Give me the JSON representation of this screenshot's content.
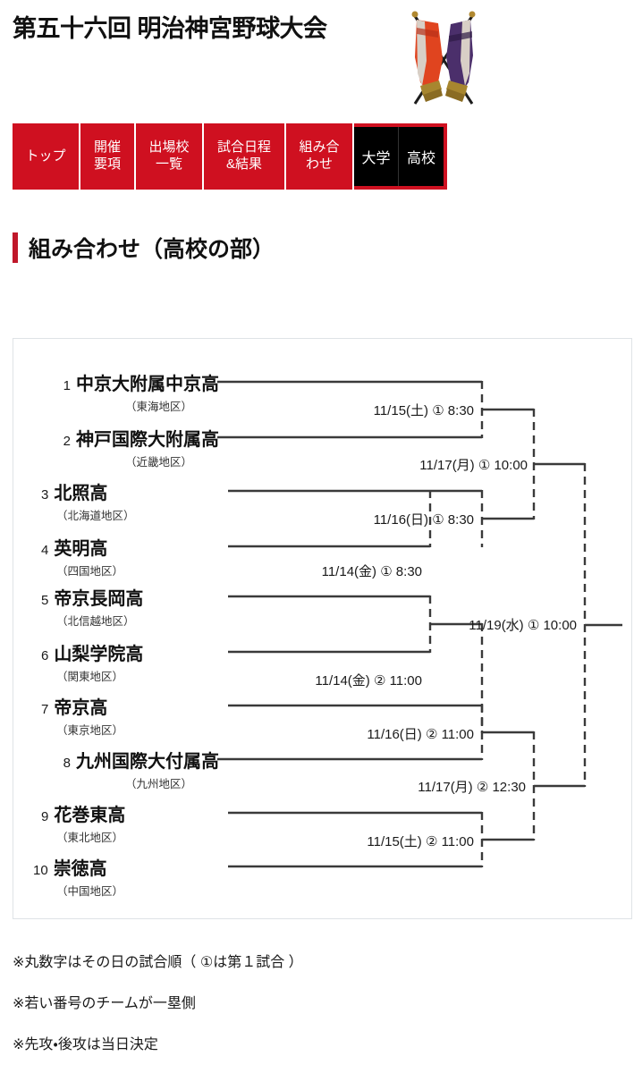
{
  "header": {
    "title": "第五十六回 明治神宮野球大会",
    "flags_icon": "crossed-pennant-flags-icon"
  },
  "nav": {
    "items": [
      {
        "label": "トップ",
        "active": false
      },
      {
        "label": "開催\n要項",
        "line1": "開催",
        "line2": "要項"
      },
      {
        "label": "出場校\n一覧",
        "line1": "出場校",
        "line2": "一覧"
      },
      {
        "label": "試合日程\n&結果",
        "line1": "試合日程",
        "line2": "&結果"
      },
      {
        "label": "組み合\nわせ",
        "line1": "組み合",
        "line2": "わせ"
      }
    ],
    "top_label": "トップ",
    "sub_items": [
      {
        "label": "大学"
      },
      {
        "label": "高校"
      }
    ],
    "brand_color": "#cf1020",
    "sub_color": "#000000"
  },
  "section": {
    "title": "組み合わせ（高校の部）",
    "accent_color": "#c0172a"
  },
  "bracket": {
    "teams": [
      {
        "seed": "1",
        "name": "中京大附属中京高",
        "region": "（東海地区）"
      },
      {
        "seed": "2",
        "name": "神戸国際大附属高",
        "region": "（近畿地区）"
      },
      {
        "seed": "3",
        "name": "北照高",
        "region": "（北海道地区）"
      },
      {
        "seed": "4",
        "name": "英明高",
        "region": "（四国地区）"
      },
      {
        "seed": "5",
        "name": "帝京長岡高",
        "region": "（北信越地区）"
      },
      {
        "seed": "6",
        "name": "山梨学院高",
        "region": "（関東地区）"
      },
      {
        "seed": "7",
        "name": "帝京高",
        "region": "（東京地区）"
      },
      {
        "seed": "8",
        "name": "九州国際大付属高",
        "region": "（九州地区）"
      },
      {
        "seed": "9",
        "name": "花巻東高",
        "region": "（東北地区）"
      },
      {
        "seed": "10",
        "name": "崇徳高",
        "region": "（中国地区）"
      }
    ],
    "matches": [
      {
        "id": "m1",
        "label": "11/15(土) ① 8:30"
      },
      {
        "id": "m2",
        "label": "11/17(月) ① 10:00"
      },
      {
        "id": "m3",
        "label": "11/16(日) ① 8:30"
      },
      {
        "id": "m4",
        "label": "11/14(金) ① 8:30"
      },
      {
        "id": "m5",
        "label": "11/19(水) ① 10:00"
      },
      {
        "id": "m6",
        "label": "11/14(金) ② 11:00"
      },
      {
        "id": "m7",
        "label": "11/16(日) ② 11:00"
      },
      {
        "id": "m8",
        "label": "11/17(月) ② 12:30"
      },
      {
        "id": "m9",
        "label": "11/15(土) ② 11:00"
      }
    ]
  },
  "notes": [
    "※丸数字はその日の試合順（ ①は第１試合 ）",
    "※若い番号のチームが一塁側",
    "※先攻・後攻は当日決定"
  ]
}
